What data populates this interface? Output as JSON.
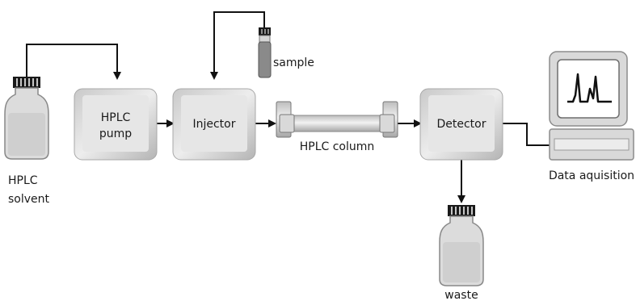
{
  "nodes": {
    "solvent": {
      "line1": "HPLC",
      "line2": "solvent"
    },
    "pump": {
      "line1": "HPLC",
      "line2": "pump"
    },
    "injector": {
      "label": "Injector"
    },
    "sample": {
      "label": "sample"
    },
    "column": {
      "label": "HPLC column"
    },
    "detector": {
      "label": "Detector"
    },
    "waste": {
      "label": "waste"
    },
    "data": {
      "label": "Data aquisition"
    }
  },
  "colors": {
    "box_face": "#e6e6e6",
    "box_edge": "#a8a8a8",
    "bottle_body": "#dcdcdc",
    "bottle_cap": "#1a1a1a",
    "sample_vial": "#8a8a8a",
    "line": "#111111",
    "monitor_body": "#d9d9d9",
    "monitor_screen": "#ffffff"
  }
}
